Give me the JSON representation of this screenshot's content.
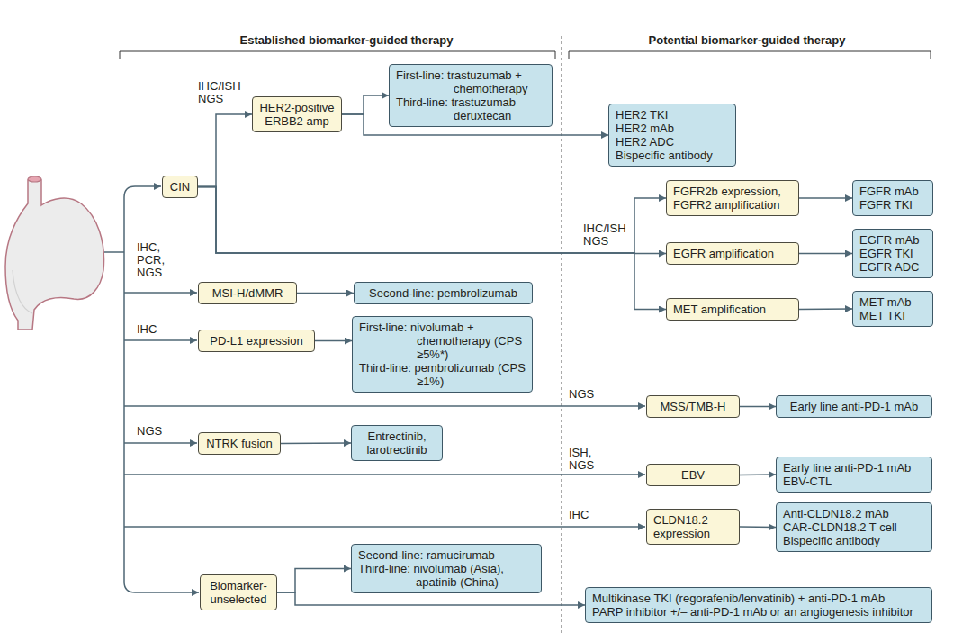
{
  "diagram": {
    "nodes": [
      {
        "text": [
          "CIN"
        ]
      },
      {
        "text": [
          "HER2-positive ERBB2 amp"
        ]
      },
      {
        "text": [
          "First-line: trastuzumab + chemotherapy",
          "Third-line: trastuzumab deruxtecan"
        ]
      },
      {
        "text": [
          "HER2 TKI",
          "HER2 mAb",
          "HER2 ADC",
          "Bispecific antibody"
        ]
      },
      {
        "text": [
          "FGFR2b expression, FGFR2 amplification"
        ]
      },
      {
        "text": [
          "FGFR mAb",
          "FGFR TKI"
        ]
      },
      {
        "text": [
          "EGFR amplification"
        ]
      },
      {
        "text": [
          "EGFR mAb",
          "EGFR TKI",
          "EGFR ADC"
        ]
      },
      {
        "text": [
          "MET amplification"
        ]
      },
      {
        "text": [
          "MET mAb",
          "MET TKI"
        ]
      },
      {
        "text": [
          "MSI-H/dMMR"
        ]
      },
      {
        "text": [
          "Second-line: pembrolizumab"
        ]
      },
      {
        "text": [
          "PD-L1 expression"
        ]
      },
      {
        "text": [
          "First-line: nivolumab + chemotherapy (CPS ≥5%*)",
          "Third-line: pembrolizumab (CPS ≥1%)"
        ]
      },
      {
        "text": [
          "MSS/TMB-H"
        ]
      },
      {
        "text": [
          "Early line anti-PD-1 mAb"
        ]
      },
      {
        "text": [
          "NTRK fusion"
        ]
      },
      {
        "text": [
          "Entrectinib, larotrectinib"
        ]
      },
      {
        "text": [
          "EBV"
        ]
      },
      {
        "text": [
          "Early line anti-PD-1 mAb",
          "EBV-CTL"
        ]
      },
      {
        "text": [
          "CLDN18.2 expression"
        ]
      },
      {
        "text": [
          "Anti-CLDN18.2 mAb",
          "CAR-CLDN18.2 T cell",
          "Bispecific antibody"
        ]
      },
      {
        "text": [
          "Biomarker- unselected"
        ]
      },
      {
        "text": [
          "Second-line: ramucirumab",
          "Third-line: nivolumab (Asia), apatinib (China)"
        ]
      },
      {
        "text": [
          "Multikinase TKI (regorafenib/lenvatinib) + anti-PD-1 mAb",
          "PARP inhibitor +/– anti-PD-1 mAb or an angiogenesis inhibitor"
        ]
      }
    ],
    "edges": [
      {
        "from": 0,
        "to": 1,
        "arrow": "to"
      },
      {
        "from": 1,
        "to": 2,
        "arrow": "to"
      },
      {
        "from": 1,
        "to": 3,
        "arrow": "to"
      },
      {
        "from": 0,
        "to": 4,
        "arrow": "to"
      },
      {
        "from": 0,
        "to": 6,
        "arrow": "to"
      },
      {
        "from": 0,
        "to": 8,
        "arrow": "to"
      },
      {
        "from": 4,
        "to": 5,
        "arrow": "to"
      },
      {
        "from": 6,
        "to": 7,
        "arrow": "to"
      },
      {
        "from": 8,
        "to": 9,
        "arrow": "to"
      },
      {
        "from": 10,
        "to": 11,
        "arrow": "to"
      },
      {
        "from": 12,
        "to": 13,
        "arrow": "to"
      },
      {
        "from": 14,
        "to": 15,
        "arrow": "to"
      },
      {
        "from": 16,
        "to": 17,
        "arrow": "to"
      },
      {
        "from": 18,
        "to": 19,
        "arrow": "to"
      },
      {
        "from": 20,
        "to": 21,
        "arrow": "to"
      },
      {
        "from": 22,
        "to": 23,
        "arrow": "to"
      },
      {
        "from": 22,
        "to": 24,
        "arrow": "to"
      }
    ],
    "labels": [
      "Established biomarker-guided therapy",
      "Potential biomarker-guided therapy",
      "IHC/ISH NGS",
      "IHC, PCR, NGS",
      "IHC",
      "NGS",
      "IHC/ISH NGS",
      "NGS",
      "ISH, NGS",
      "IHC"
    ]
  }
}
